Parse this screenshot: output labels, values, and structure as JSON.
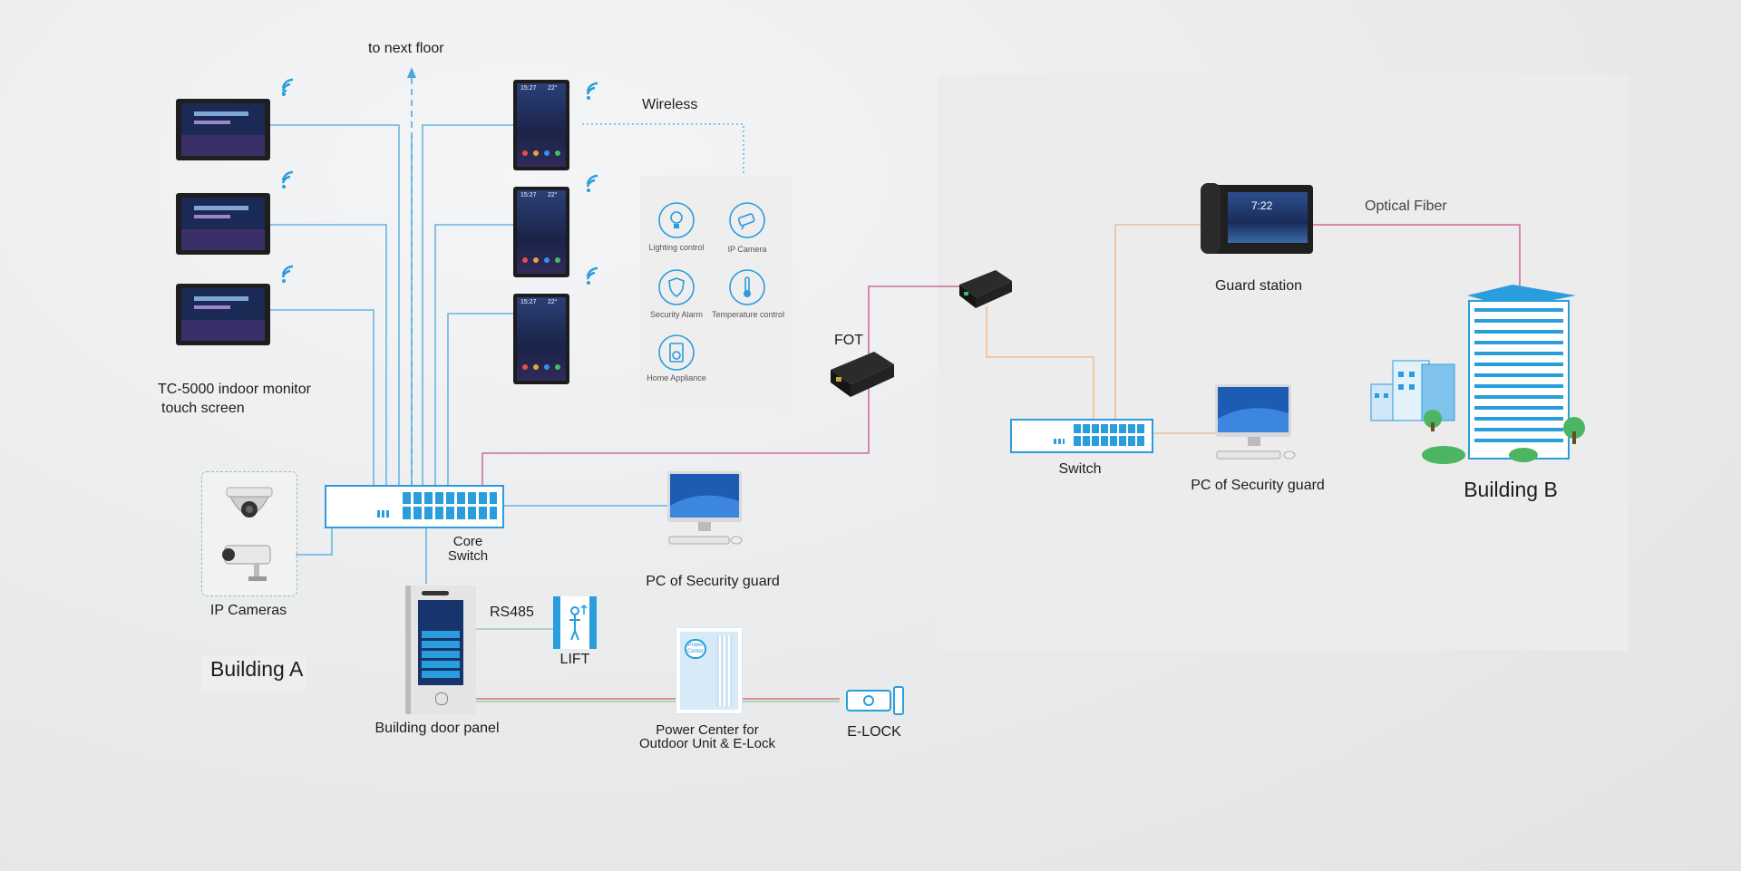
{
  "labels": {
    "to_next_floor": "to next floor",
    "wireless": "Wireless",
    "indoor_monitor_line1": "TC-5000 indoor monitor",
    "indoor_monitor_line2": "touch screen",
    "ip_cameras": "IP Cameras",
    "building_a": "Building A",
    "core_switch_line1": "Core",
    "core_switch_line2": "Switch",
    "rs485": "RS485",
    "lift": "LIFT",
    "building_door_panel": "Building door panel",
    "power_center_line1": "Power Center for",
    "power_center_line2": "Outdoor Unit & E-Lock",
    "elock": "E-LOCK",
    "pc_security_guard_a": "PC of Security guard",
    "fot": "FOT",
    "switch": "Switch",
    "pc_security_guard_b": "PC of Security guard",
    "guard_station": "Guard station",
    "optical_fiber": "Optical Fiber",
    "building_b": "Building B"
  },
  "smart_home": {
    "lighting": "Lighting control",
    "ip_camera": "IP Camera",
    "security_alarm": "Security Alarm",
    "temperature": "Temperature control",
    "home_appliance": "Home Appliance"
  },
  "screens": {
    "phone_time": "15:27",
    "phone_temp": "22°",
    "guard_time": "7:22",
    "power_center": "Power Center"
  },
  "colors": {
    "blue_line": "#4aa8e0",
    "pink_line": "#c8508a",
    "orange_line": "#eeb184",
    "green_line": "#86c6a6",
    "red_line": "#d75a5a",
    "device_blue": "#2a9ddc"
  },
  "icons": [
    "wifi-icon",
    "bulb-icon",
    "camera-icon",
    "shield-icon",
    "thermometer-icon",
    "appliance-icon"
  ]
}
